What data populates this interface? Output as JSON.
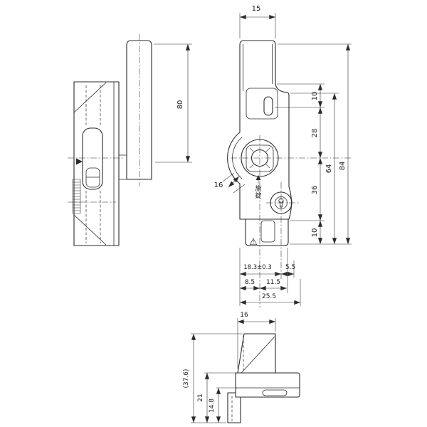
{
  "meta": {
    "background": "#ffffff",
    "line_color": "#2b2b2b"
  },
  "front_view": {
    "dim_top_width": "15",
    "dim_hole_offset_top": "10",
    "dim_upper": "28",
    "dim_lower": "36",
    "dim_hole_offset_bottom": "10",
    "dim_span_64": "64",
    "dim_total_height": "84",
    "dim_cam_throw": "16",
    "dim_base_18_3": "18.3±0.3",
    "dim_base_5_5": "5.5",
    "dim_base_8_5": "8.5",
    "dim_base_11_5": "11.5",
    "dim_base_total": "25.5",
    "lock_char_1": "施",
    "lock_char_2": "錠",
    "warning_icon": "⚠"
  },
  "side_view": {
    "dim_handle_height": "80"
  },
  "keeper_view": {
    "dim_width": "16",
    "dim_total_height": "(37.6)",
    "dim_body_height": "21",
    "dim_lip_height": "14.8"
  }
}
